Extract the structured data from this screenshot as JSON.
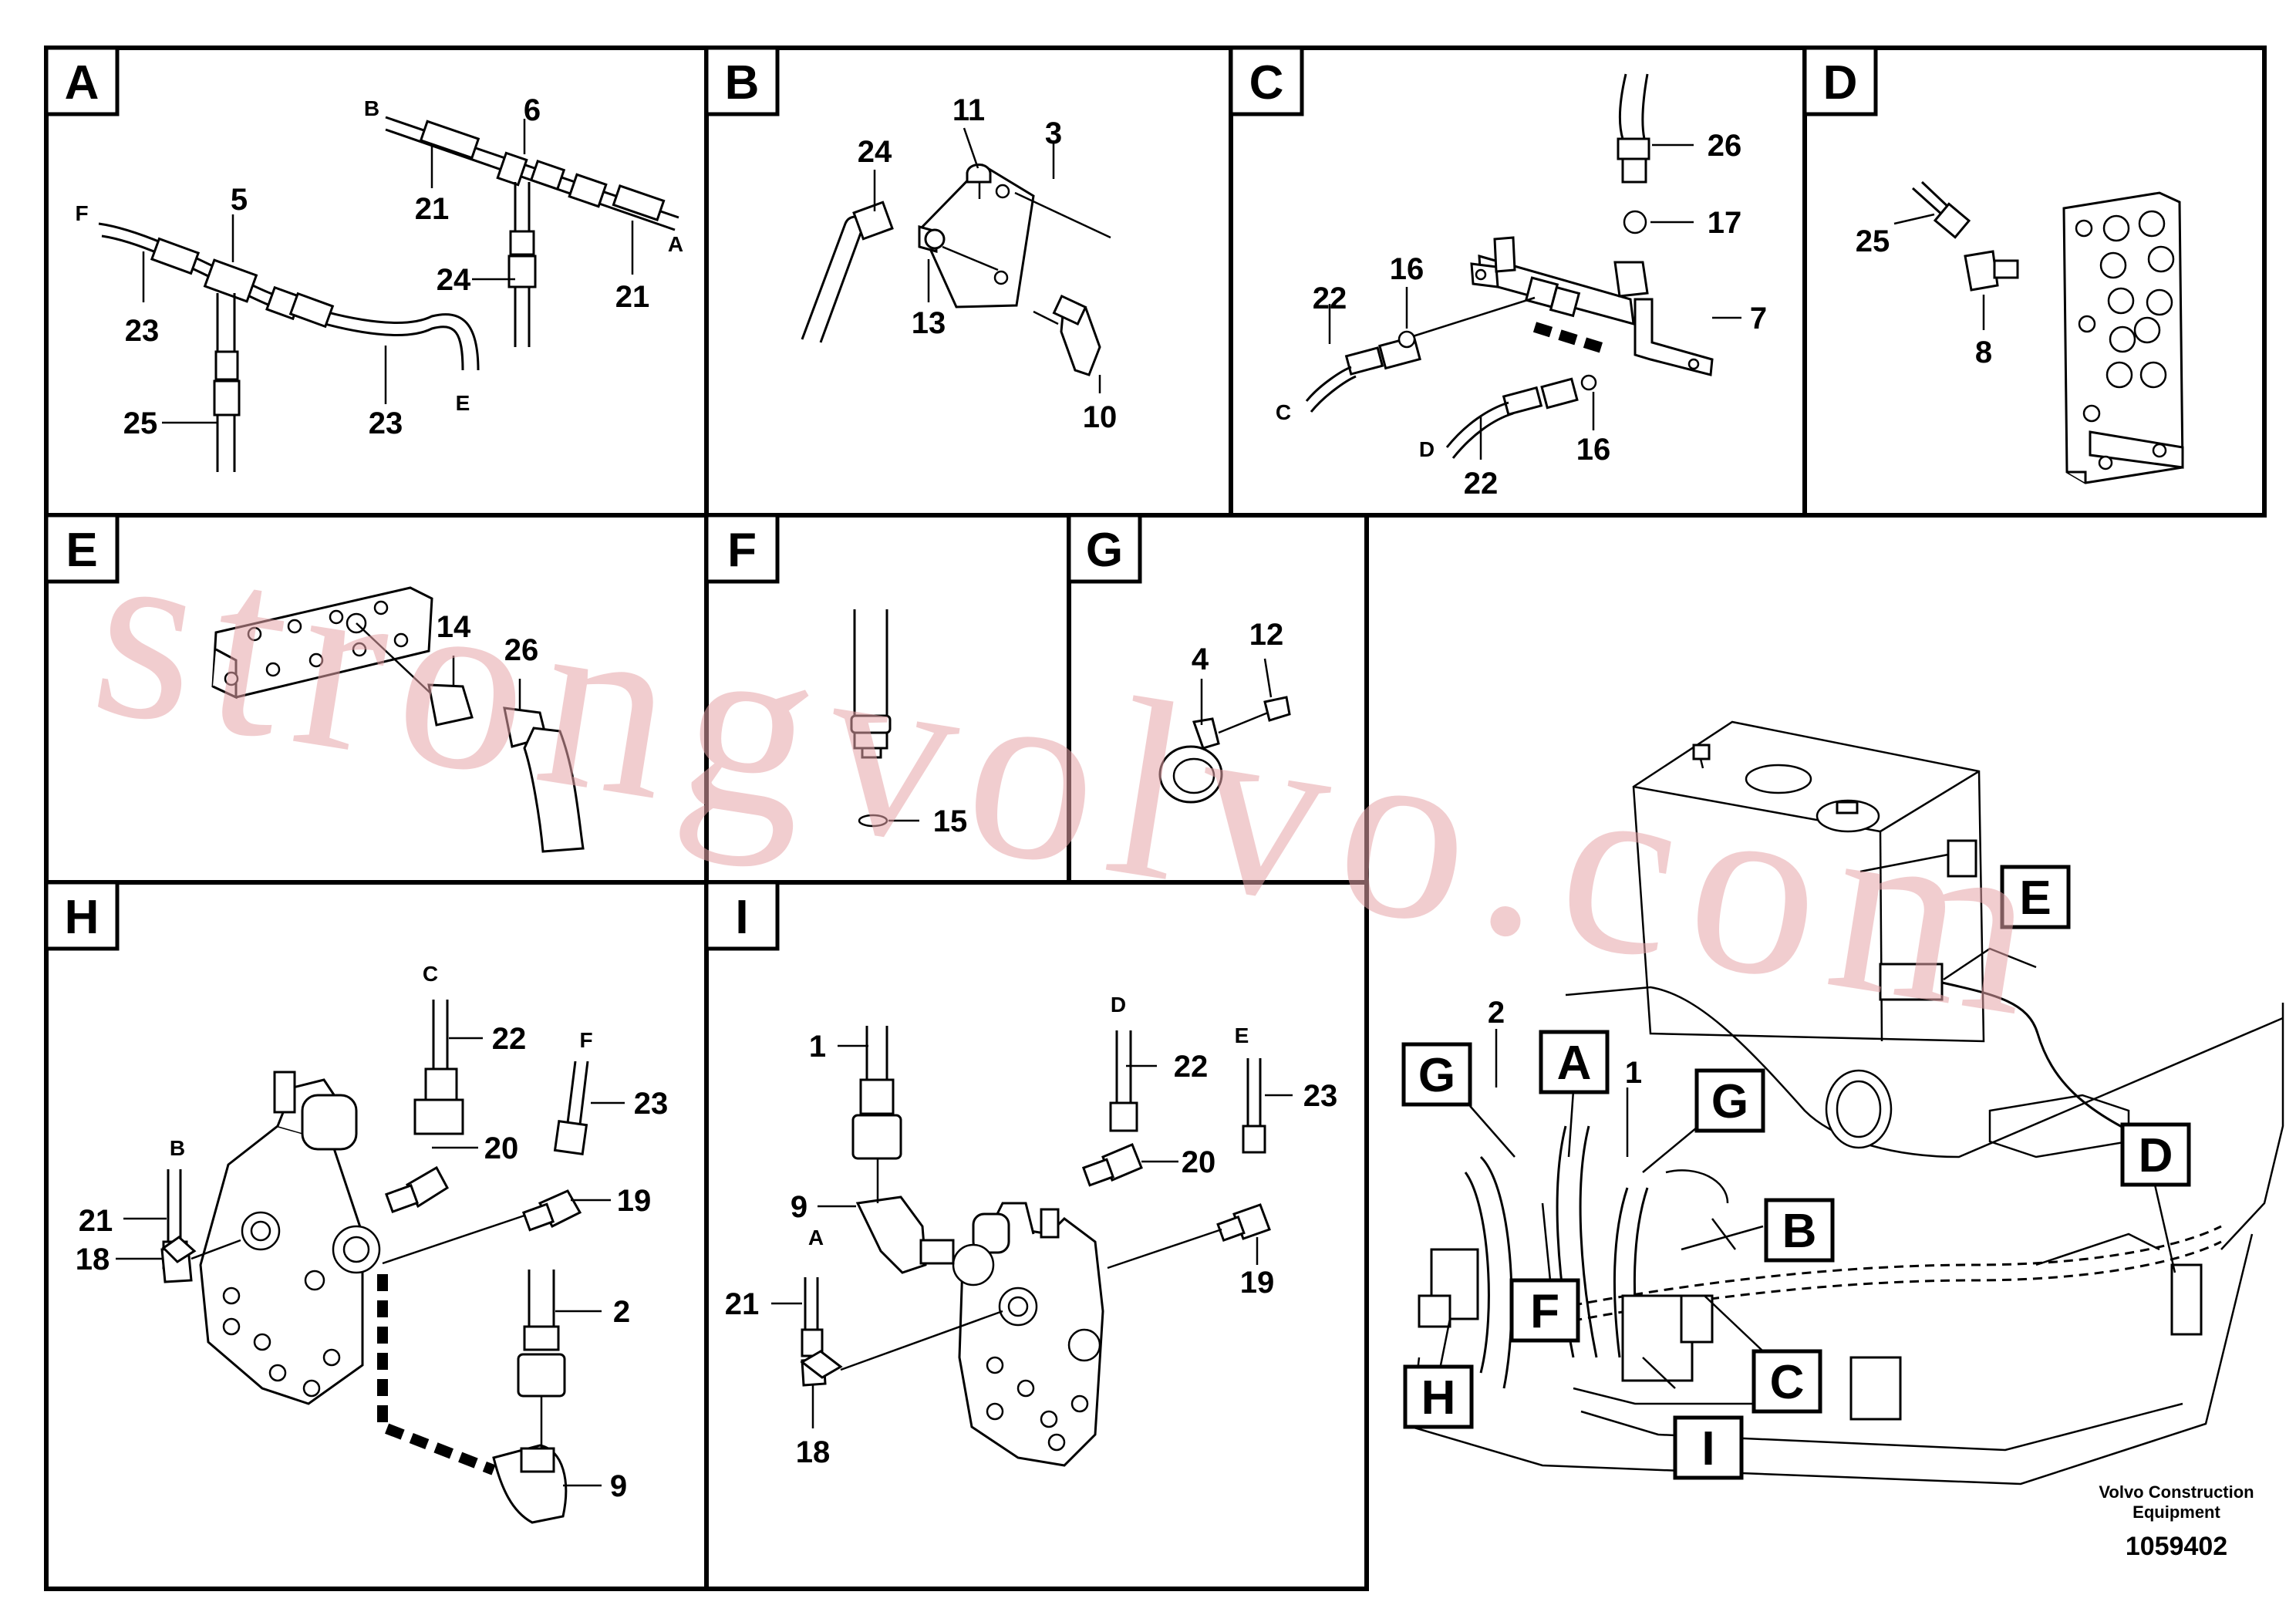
{
  "panels": {
    "A": {
      "tab": "A",
      "labels": [
        "6",
        "5",
        "21",
        "21",
        "24",
        "23",
        "23",
        "25"
      ],
      "ends": [
        "B",
        "F",
        "A",
        "E"
      ]
    },
    "B": {
      "tab": "B",
      "labels": [
        "11",
        "3",
        "24",
        "13",
        "10"
      ]
    },
    "C": {
      "tab": "C",
      "labels": [
        "26",
        "17",
        "16",
        "22",
        "7",
        "22",
        "16"
      ],
      "ends": [
        "C",
        "D"
      ]
    },
    "D": {
      "tab": "D",
      "labels": [
        "25",
        "8"
      ]
    },
    "E": {
      "tab": "E",
      "labels": [
        "14",
        "26"
      ]
    },
    "F": {
      "tab": "F",
      "labels": [
        "15"
      ]
    },
    "G": {
      "tab": "G",
      "labels": [
        "4",
        "12"
      ]
    },
    "H": {
      "tab": "H",
      "labels": [
        "22",
        "23",
        "20",
        "19",
        "21",
        "18",
        "2",
        "9"
      ],
      "ends": [
        "C",
        "F",
        "B"
      ]
    },
    "I": {
      "tab": "I",
      "labels": [
        "1",
        "22",
        "23",
        "20",
        "9",
        "19",
        "21",
        "18"
      ],
      "ends": [
        "D",
        "E",
        "A"
      ]
    }
  },
  "overview": {
    "callouts": [
      "E",
      "G",
      "A",
      "G",
      "B",
      "F",
      "C",
      "H",
      "I",
      "D"
    ],
    "numbers": [
      "2",
      "1"
    ]
  },
  "footer": {
    "company_line1": "Volvo Construction",
    "company_line2": "Equipment",
    "drawing_number": "1059402"
  },
  "watermark": "strongvolvo.com"
}
